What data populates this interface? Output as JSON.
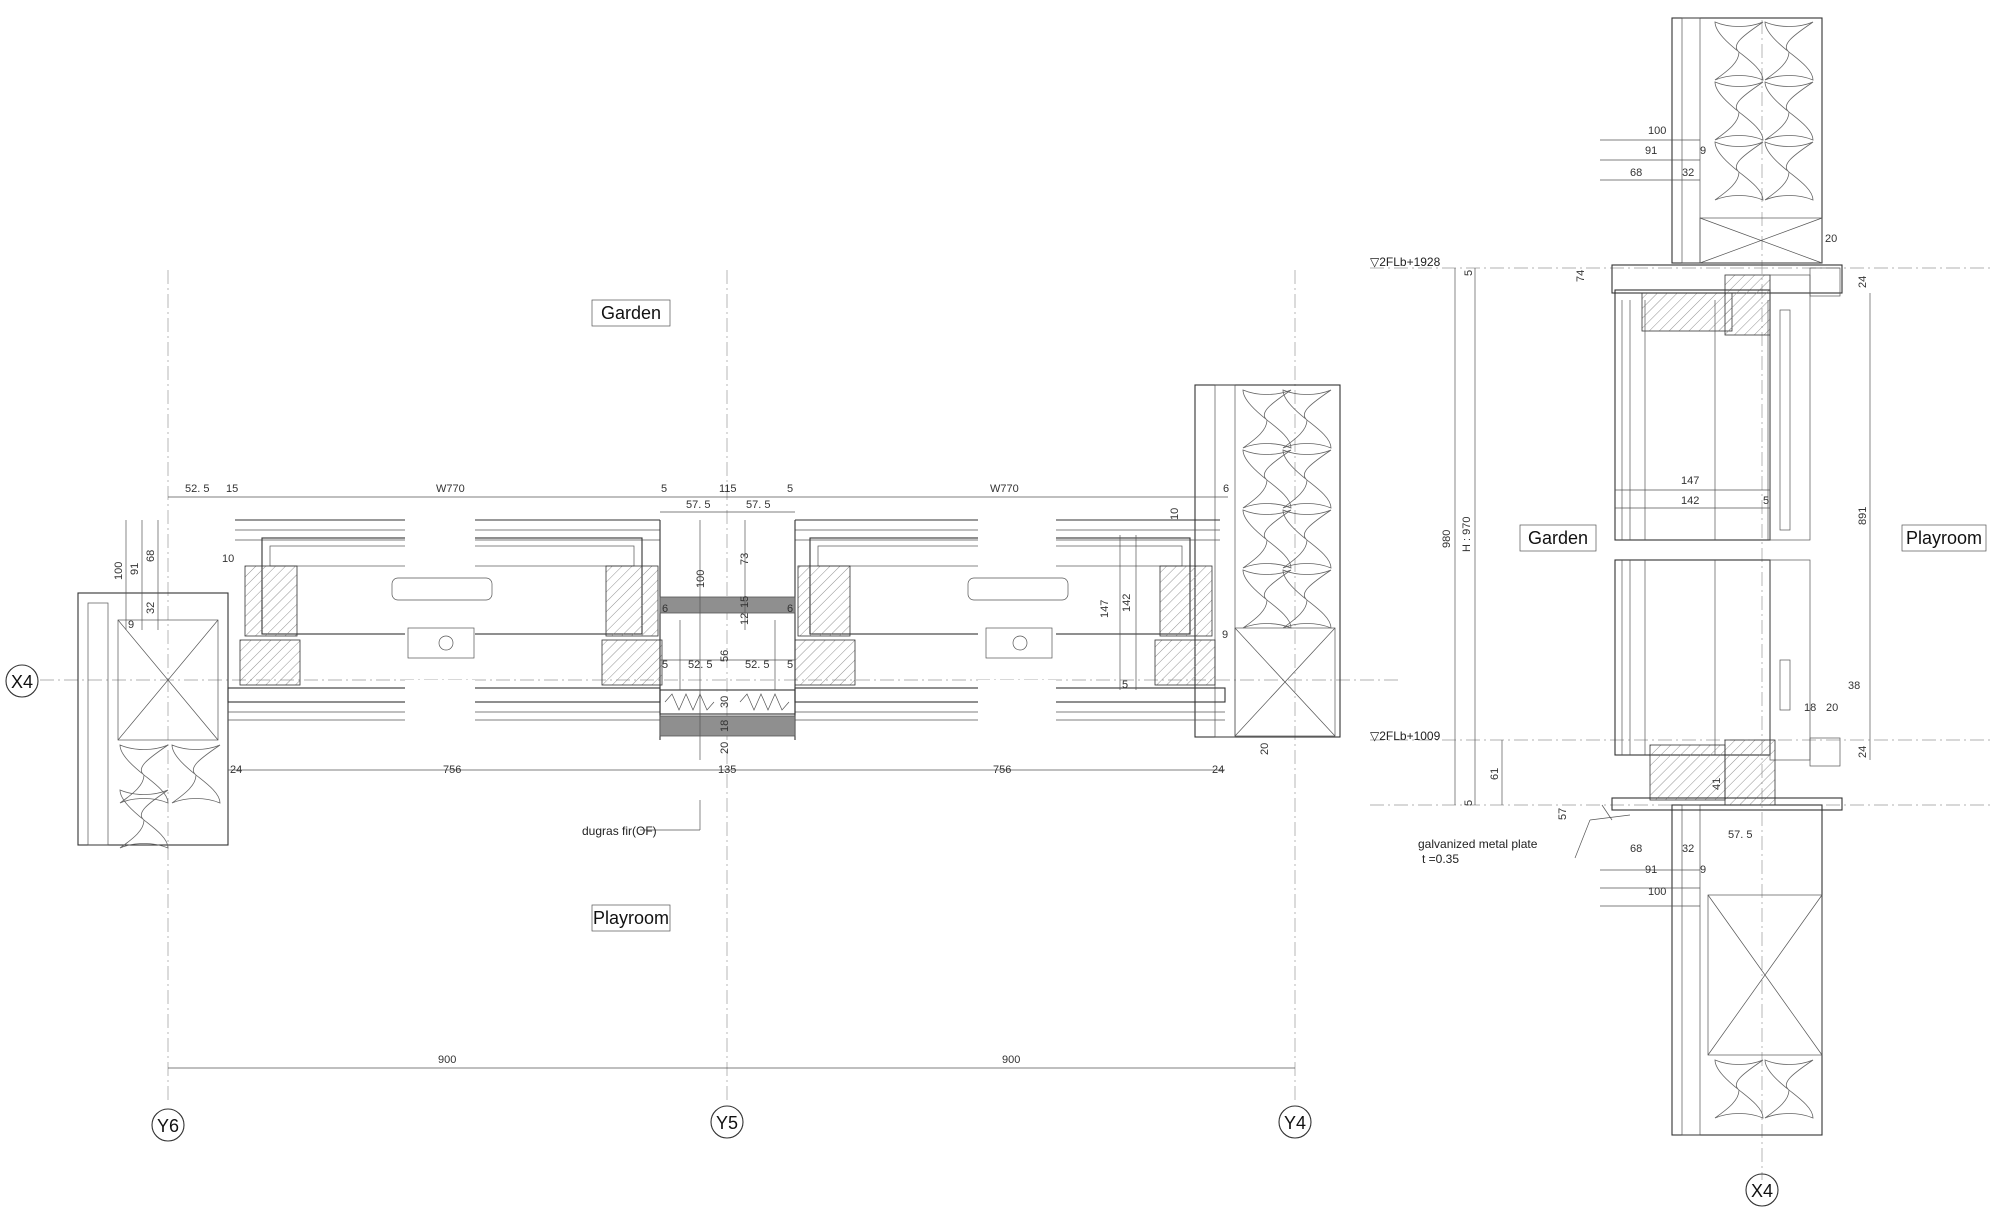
{
  "rooms": {
    "plan_top": "Garden",
    "plan_bottom": "Playroom",
    "section_left": "Garden",
    "section_right": "Playroom"
  },
  "grid_marks": {
    "y6": "Y6",
    "y5": "Y5",
    "y4": "Y4",
    "x4_plan": "X4",
    "x4_section": "X4"
  },
  "levels": {
    "upper": "▽2FLb+1928",
    "lower": "▽2FLb+1009"
  },
  "notes": {
    "fir": "dugras fir(OF)",
    "plate_line1": "galvanized metal plate",
    "plate_line2": "t =0.35"
  },
  "plan_dims": {
    "top_row": [
      "52. 5",
      "15",
      "W770",
      "5",
      "115",
      "5",
      "W770",
      "6"
    ],
    "mid_row": [
      "57. 5",
      "57. 5"
    ],
    "left_vertical": [
      "100",
      "91",
      "68",
      "32",
      "9",
      "10"
    ],
    "center_vertical": [
      "100",
      "73",
      "12",
      "15",
      "56",
      "6",
      "6",
      "5",
      "5",
      "30",
      "18",
      "20"
    ],
    "center_row": [
      "52. 5",
      "52. 5"
    ],
    "right_vertical": [
      "10",
      "147",
      "142",
      "5",
      "9",
      "20"
    ],
    "bottom_row": [
      "24",
      "756",
      "135",
      "756",
      "24"
    ],
    "overall": [
      "900",
      "900"
    ]
  },
  "section_dims": {
    "top_group": [
      "100",
      "91",
      "9",
      "68",
      "32"
    ],
    "right_top": [
      "20",
      "24"
    ],
    "upper_small": [
      "5",
      "74"
    ],
    "verticals": [
      "980",
      "H : 970",
      "891"
    ],
    "mid": [
      "147",
      "142",
      "5"
    ],
    "lower_right": [
      "38",
      "18",
      "20",
      "24"
    ],
    "lower_left": [
      "61",
      "5",
      "57",
      "41"
    ],
    "bottom_group": [
      "57. 5",
      "68",
      "32",
      "91",
      "9",
      "100"
    ]
  }
}
